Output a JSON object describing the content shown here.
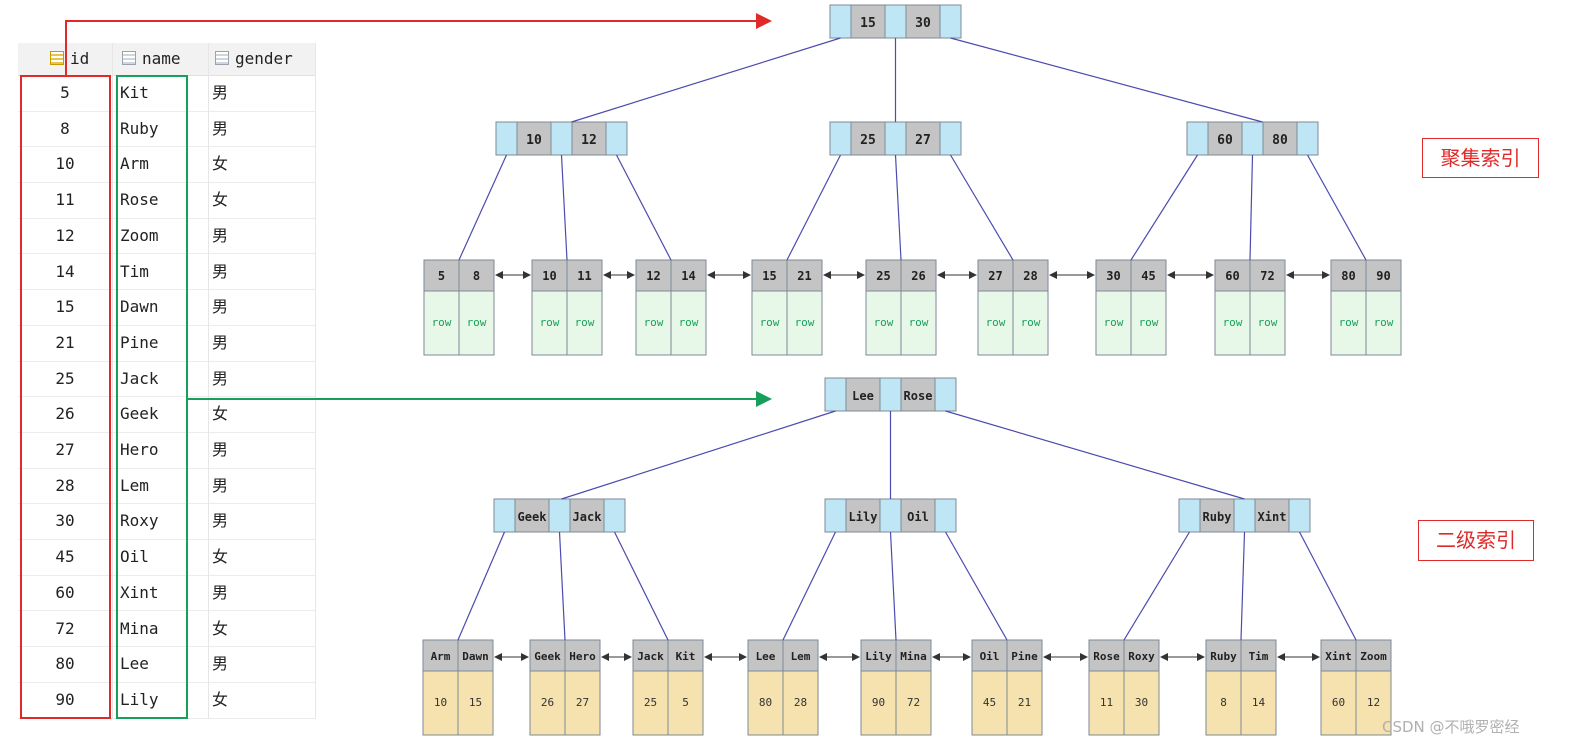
{
  "table": {
    "headers": {
      "id": "id",
      "name": "name",
      "gender": "gender"
    },
    "rows": [
      {
        "id": "5",
        "name": "Kit",
        "gender": "男"
      },
      {
        "id": "8",
        "name": "Ruby",
        "gender": "男"
      },
      {
        "id": "10",
        "name": "Arm",
        "gender": "女"
      },
      {
        "id": "11",
        "name": "Rose",
        "gender": "女"
      },
      {
        "id": "12",
        "name": "Zoom",
        "gender": "男"
      },
      {
        "id": "14",
        "name": "Tim",
        "gender": "男"
      },
      {
        "id": "15",
        "name": "Dawn",
        "gender": "男"
      },
      {
        "id": "21",
        "name": "Pine",
        "gender": "男"
      },
      {
        "id": "25",
        "name": "Jack",
        "gender": "男"
      },
      {
        "id": "26",
        "name": "Geek",
        "gender": "女"
      },
      {
        "id": "27",
        "name": "Hero",
        "gender": "男"
      },
      {
        "id": "28",
        "name": "Lem",
        "gender": "男"
      },
      {
        "id": "30",
        "name": "Roxy",
        "gender": "男"
      },
      {
        "id": "45",
        "name": "Oil",
        "gender": "女"
      },
      {
        "id": "60",
        "name": "Xint",
        "gender": "男"
      },
      {
        "id": "72",
        "name": "Mina",
        "gender": "女"
      },
      {
        "id": "80",
        "name": "Lee",
        "gender": "男"
      },
      {
        "id": "90",
        "name": "Lily",
        "gender": "女"
      }
    ]
  },
  "labels": {
    "clustered": "聚集索引",
    "secondary": "二级索引"
  },
  "clustered_tree": {
    "root": [
      "15",
      "30"
    ],
    "internal": [
      [
        "10",
        "12"
      ],
      [
        "25",
        "27"
      ],
      [
        "60",
        "80"
      ]
    ],
    "leaves": [
      [
        "5",
        "8"
      ],
      [
        "10",
        "11"
      ],
      [
        "12",
        "14"
      ],
      [
        "15",
        "21"
      ],
      [
        "25",
        "26"
      ],
      [
        "27",
        "28"
      ],
      [
        "30",
        "45"
      ],
      [
        "60",
        "72"
      ],
      [
        "80",
        "90"
      ]
    ],
    "row_text": "row"
  },
  "secondary_tree": {
    "root": [
      "Lee",
      "Rose"
    ],
    "internal": [
      [
        "Geek",
        "Jack"
      ],
      [
        "Lily",
        "Oil"
      ],
      [
        "Ruby",
        "Xint"
      ]
    ],
    "leaves": [
      {
        "keys": [
          "Arm",
          "Dawn"
        ],
        "ids": [
          "10",
          "15"
        ]
      },
      {
        "keys": [
          "Geek",
          "Hero"
        ],
        "ids": [
          "26",
          "27"
        ]
      },
      {
        "keys": [
          "Jack",
          "Kit"
        ],
        "ids": [
          "25",
          "5"
        ]
      },
      {
        "keys": [
          "Lee",
          "Lem"
        ],
        "ids": [
          "80",
          "28"
        ]
      },
      {
        "keys": [
          "Lily",
          "Mina"
        ],
        "ids": [
          "90",
          "72"
        ]
      },
      {
        "keys": [
          "Oil",
          "Pine"
        ],
        "ids": [
          "45",
          "21"
        ]
      },
      {
        "keys": [
          "Rose",
          "Roxy"
        ],
        "ids": [
          "11",
          "30"
        ]
      },
      {
        "keys": [
          "Ruby",
          "Tim"
        ],
        "ids": [
          "8",
          "14"
        ]
      },
      {
        "keys": [
          "Xint",
          "Zoom"
        ],
        "ids": [
          "60",
          "12"
        ]
      }
    ]
  },
  "watermark": "CSDN @不哦罗密经",
  "colors": {
    "red": "#e02a2a",
    "green": "#17a05a",
    "node_blue": "#bfe6f5",
    "node_gray": "#c4c4c4",
    "row_green": "#e8f8e8",
    "id_tan": "#f5e2ae",
    "edge": "#4b4bb0"
  }
}
